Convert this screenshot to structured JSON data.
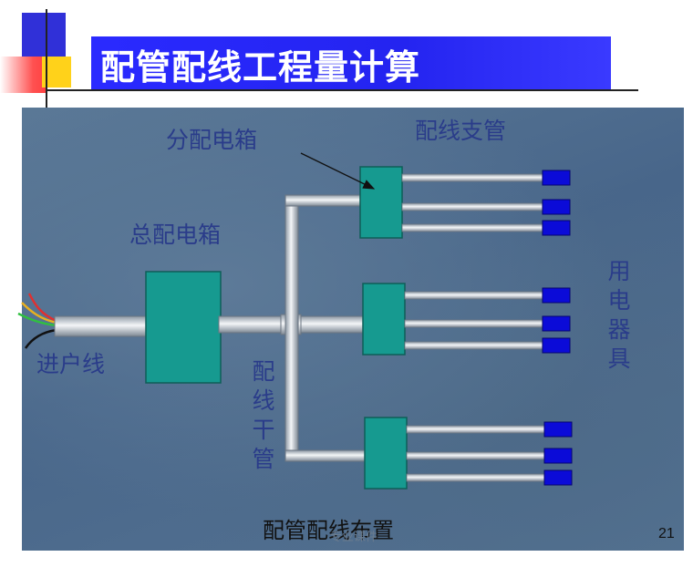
{
  "slide": {
    "title": "配管配线工程量计算",
    "page_number": "21",
    "caption": "配管配线布置",
    "watermark": "专业课件"
  },
  "diagram": {
    "labels": {
      "distribution_box": "分配电箱",
      "branch_pipe": "配线支管",
      "main_box": "总配电箱",
      "service_line": "进户线",
      "trunk_line": [
        "配",
        "线",
        "干",
        "管"
      ],
      "appliances": [
        "用",
        "电",
        "器",
        "具"
      ]
    }
  },
  "colors": {
    "title_bar": "#2a2aff",
    "box_fill": "#169a90",
    "appliance_fill": "#0b0bd8",
    "label": "#2a3c8a"
  }
}
